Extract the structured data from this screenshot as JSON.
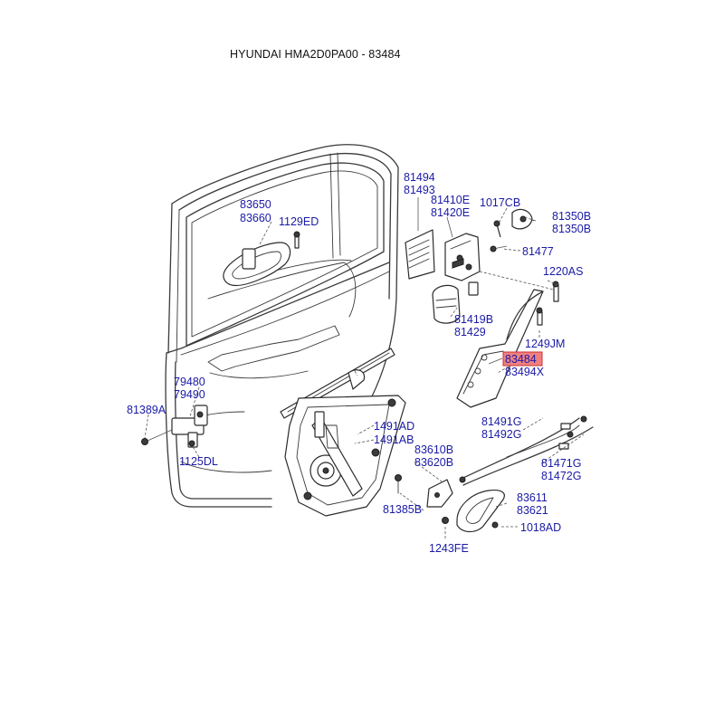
{
  "title": "HYUNDAI HMA2D0PA00 - 83484",
  "highlight_color": "#f08080",
  "label_color": "#1a1aa6",
  "labels": {
    "l83650": "83650",
    "l83660": "83660",
    "l1129ED": "1129ED",
    "l81494": "81494",
    "l81493": "81493",
    "l81410E": "81410E",
    "l81420E": "81420E",
    "l1017CB": "1017CB",
    "l81350B": "81350B",
    "l81350Bb": "81350B",
    "l81477": "81477",
    "l1220AS": "1220AS",
    "l81419B": "81419B",
    "l81429": "81429",
    "l1249JM": "1249JM",
    "l83484": "83484",
    "l83494X": "83494X",
    "l79480": "79480",
    "l79490": "79490",
    "l81389A": "81389A",
    "l1125DL": "1125DL",
    "l1491AD": "1491AD",
    "l1491AB": "1491AB",
    "l83610B": "83610B",
    "l83620B": "83620B",
    "l81491G": "81491G",
    "l81492G": "81492G",
    "l81471G": "81471G",
    "l81472G": "81472G",
    "l81385B": "81385B",
    "l83611": "83611",
    "l83621": "83621",
    "l1018AD": "1018AD",
    "l1243FE": "1243FE"
  }
}
